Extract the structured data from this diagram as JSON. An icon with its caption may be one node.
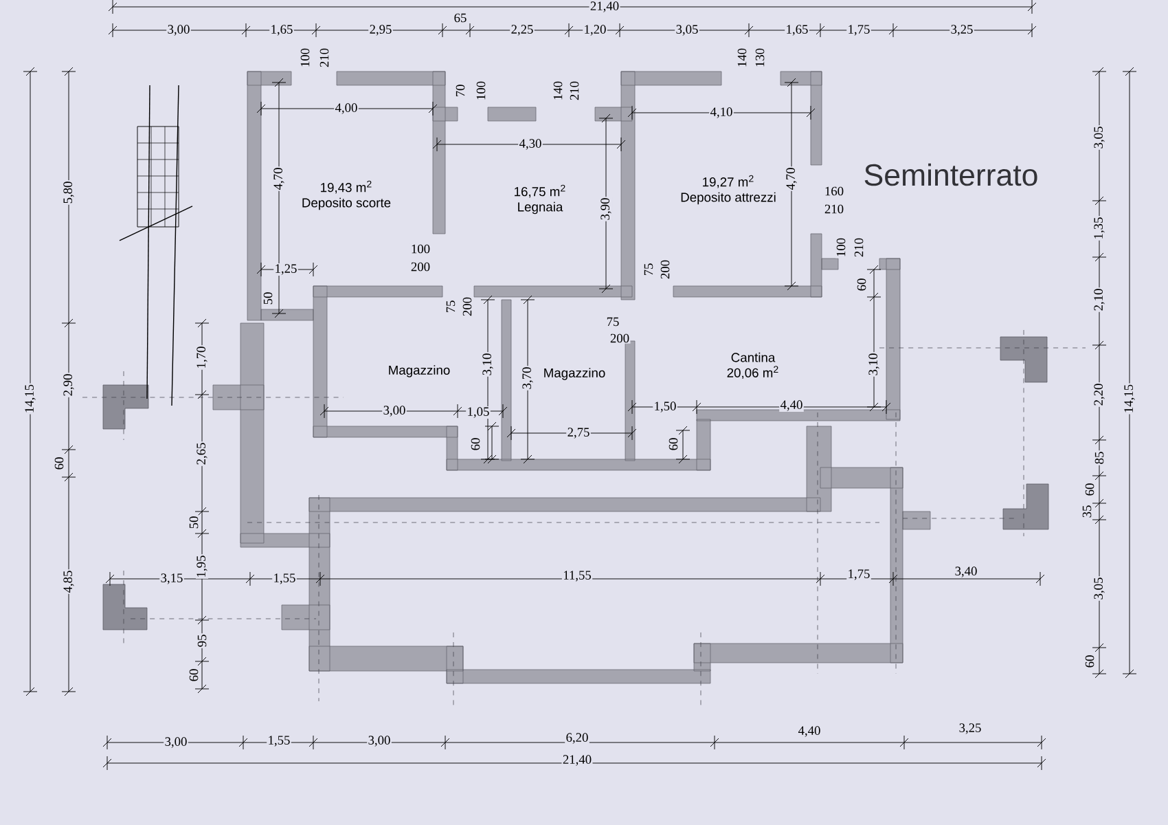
{
  "diagram": {
    "title": "Seminterrato",
    "nodes": [
      {
        "text": [
          "19,43 m$^{2}$",
          "Deposito scorte"
        ]
      },
      {
        "text": [
          "16,75 m$^{2}$",
          "Legnaia"
        ]
      },
      {
        "text": [
          "19,27 m$^{2}$",
          "Deposito attrezzi"
        ]
      },
      {
        "text": [
          "Magazzino"
        ]
      },
      {
        "text": [
          "Magazzino"
        ]
      },
      {
        "text": [
          "Cantina",
          "20,06 m$^{2}$"
        ]
      }
    ],
    "edges": [],
    "labels": [
      "21,40",
      "3,00",
      "1,65",
      "2,95",
      "65",
      "2,25",
      "1,20",
      "3,05",
      "1,65",
      "1,75",
      "3,25",
      "14,15",
      "5,80",
      "2,90",
      "60",
      "4,85",
      "1,70",
      "2,65",
      "50",
      "1,95",
      "95",
      "60",
      "3,15",
      "1,55",
      "11,55",
      "1,75",
      "3,40",
      "3,05",
      "1,35",
      "2,10",
      "2,20",
      "85",
      "60",
      "35",
      "3,05",
      "60",
      "14,15",
      "3,00",
      "1,55",
      "3,00",
      "6,20",
      "4,40",
      "3,25",
      "21,40",
      "4,00",
      "4,70",
      "1,25",
      "50",
      "4,30",
      "3,90",
      "4,10",
      "4,70",
      "60",
      "3,10",
      "3,70",
      "3,10",
      "3,00",
      "1,05",
      "60",
      "2,75",
      "1,50",
      "4,40",
      "60",
      "100",
      "210",
      "70",
      "100",
      "140",
      "210",
      "140",
      "130",
      "160",
      "210",
      "100",
      "210",
      "100",
      "200",
      "75",
      "200",
      "75",
      "200",
      "75",
      "200"
    ]
  }
}
